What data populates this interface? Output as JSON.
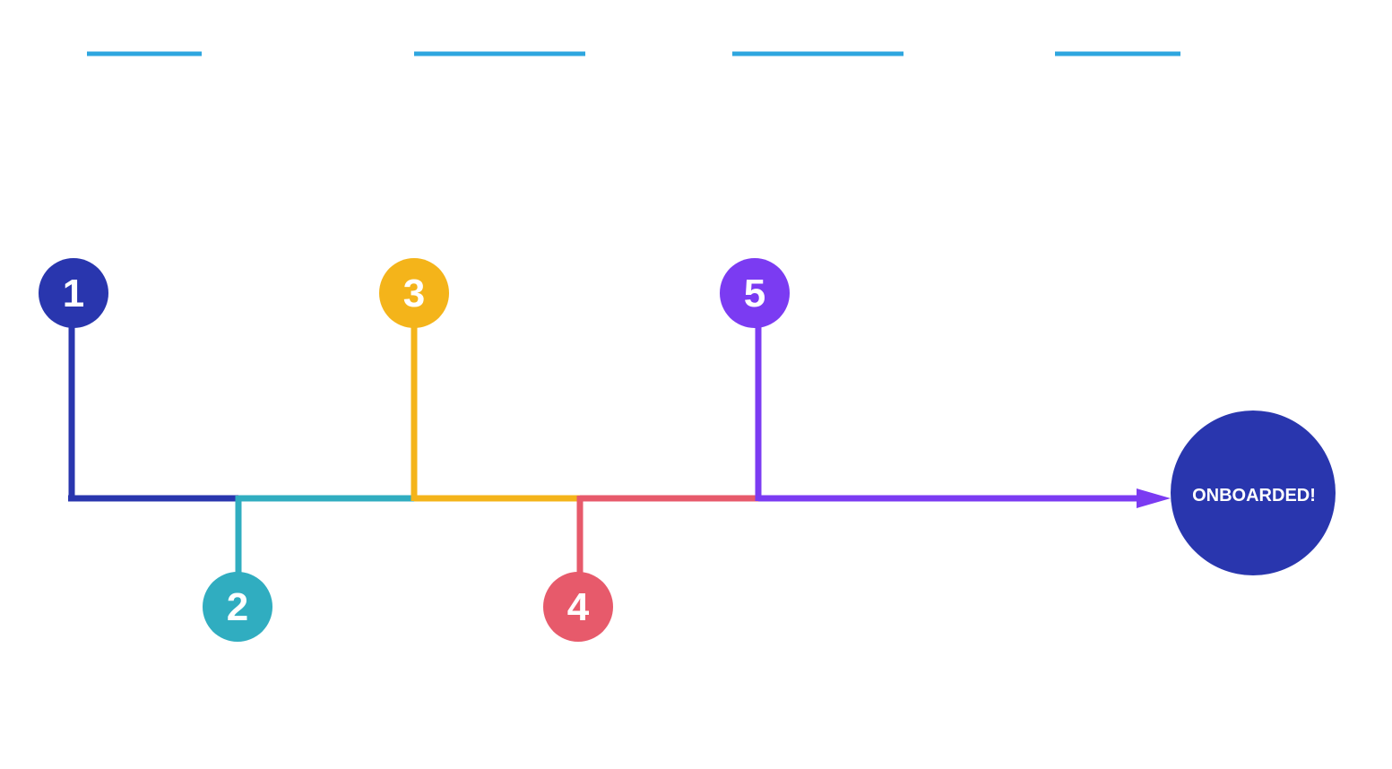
{
  "colors": {
    "header_underline": "#2EA6DF",
    "background": "#FFFFFF",
    "step_number_text": "#FFFFFF",
    "goal_fill": "#2936AE",
    "goal_text": "#FFFFFF"
  },
  "header_placeholders": [
    {
      "id": "header-1",
      "text": ""
    },
    {
      "id": "header-2",
      "text": ""
    },
    {
      "id": "header-3",
      "text": ""
    },
    {
      "id": "header-4",
      "text": ""
    }
  ],
  "steps": [
    {
      "number": "1",
      "color": "#2936AE",
      "position": "above"
    },
    {
      "number": "2",
      "color": "#30ADC0",
      "position": "below"
    },
    {
      "number": "3",
      "color": "#F4B41A",
      "position": "above"
    },
    {
      "number": "4",
      "color": "#E75A6B",
      "position": "below"
    },
    {
      "number": "5",
      "color": "#7B3BF2",
      "position": "above"
    }
  ],
  "goal": {
    "label": "ONBOARDED!",
    "icon": "arrow-right-icon"
  }
}
